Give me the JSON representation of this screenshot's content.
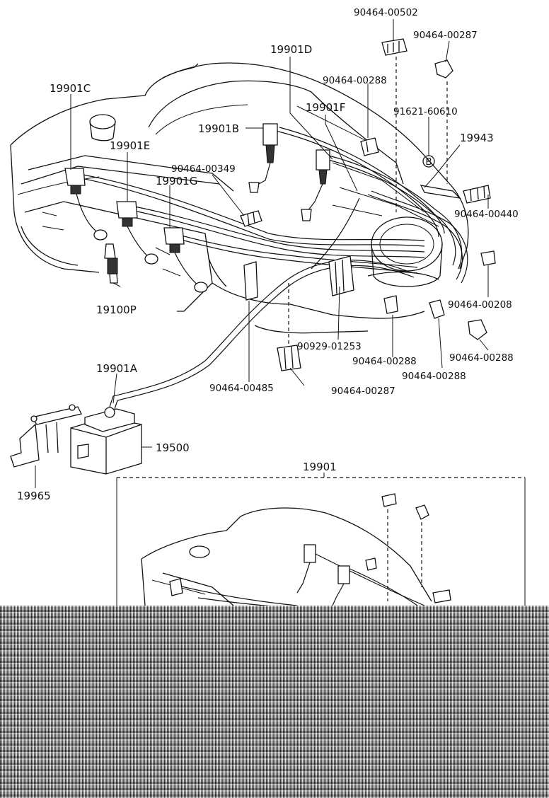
{
  "labels": {
    "p_90464_00502": "90464-00502",
    "p_90464_00287_top": "90464-00287",
    "p_19901D": "19901D",
    "p_90464_00288_top": "90464-00288",
    "p_19901C": "19901C",
    "p_91621_60610": "91621-60610",
    "p_19901F": "19901F",
    "p_19901B": "19901B",
    "p_19943": "19943",
    "p_19901E": "19901E",
    "p_90464_00349": "90464-00349",
    "p_19901G": "19901G",
    "p_90464_00440": "90464-00440",
    "p_19100P": "19100P",
    "p_90464_00208": "90464-00208",
    "p_90929_01253": "90929-01253",
    "p_90464_00288_right": "90464-00288",
    "p_90464_00288_mid": "90464-00288",
    "p_19901A": "19901A",
    "p_90464_00288_low": "90464-00288",
    "p_90464_00485": "90464-00485",
    "p_90464_00287_bottom": "90464-00287",
    "p_19500": "19500",
    "p_19901": "19901",
    "p_19965": "19965",
    "circle_b": "B"
  }
}
